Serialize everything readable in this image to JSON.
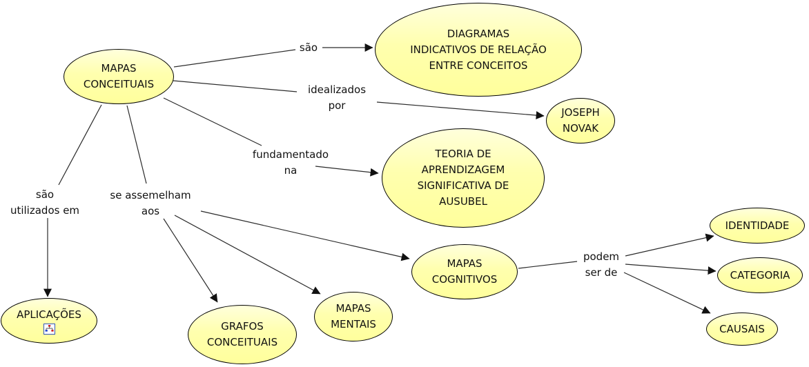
{
  "diagram": {
    "title": "Mapa conceitual sobre mapas conceituais",
    "colors": {
      "node_fill": "#ffff9c",
      "node_fill_highlight": "#ffffdc",
      "node_border": "#000000",
      "line_color": "#2a2a2a",
      "text_color": "#111111",
      "background": "#ffffff"
    },
    "nodes": {
      "mapas_conceituais": {
        "label": "MAPAS\nCONCEITUAIS"
      },
      "diagramas": {
        "label": "DIAGRAMAS\nINDICATIVOS DE RELAÇÃO\nENTRE CONCEITOS"
      },
      "joseph_novak": {
        "label": "JOSEPH\nNOVAK"
      },
      "teoria": {
        "label": "TEORIA DE\nAPRENDIZAGEM\nSIGNIFICATIVA DE\nAUSUBEL"
      },
      "aplicacoes": {
        "label": "APLICAÇÕES",
        "icon": "concept-map-resource-icon"
      },
      "grafos": {
        "label": "GRAFOS\nCONCEITUAIS"
      },
      "mapas_mentais": {
        "label": "MAPAS\nMENTAIS"
      },
      "mapas_cognitivos": {
        "label": "MAPAS\nCOGNITIVOS"
      },
      "identidade": {
        "label": "IDENTIDADE"
      },
      "categoria": {
        "label": "CATEGORIA"
      },
      "causais": {
        "label": "CAUSAIS"
      }
    },
    "link_labels": {
      "sao": "são",
      "idealizados_por": "idealizados\npor",
      "fundamentado_na": "fundamentado\nna",
      "sao_utilizados_em": "são\nutilizados em",
      "se_assemelham_aos": "se assemelham\naos",
      "podem_ser_de": "podem\nser de"
    },
    "relations": [
      "MAPAS CONCEITUAIS — são → DIAGRAMAS INDICATIVOS DE RELAÇÃO ENTRE CONCEITOS",
      "MAPAS CONCEITUAIS — idealizados por → JOSEPH NOVAK",
      "MAPAS CONCEITUAIS — fundamentado na → TEORIA DE APRENDIZAGEM SIGNIFICATIVA DE AUSUBEL",
      "MAPAS CONCEITUAIS — são utilizados em → APLICAÇÕES",
      "MAPAS CONCEITUAIS — se assemelham aos → GRAFOS CONCEITUAIS",
      "MAPAS CONCEITUAIS — se assemelham aos → MAPAS MENTAIS",
      "MAPAS CONCEITUAIS — se assemelham aos → MAPAS COGNITIVOS",
      "MAPAS COGNITIVOS — podem ser de → IDENTIDADE",
      "MAPAS COGNITIVOS — podem ser de → CATEGORIA",
      "MAPAS COGNITIVOS — podem ser de → CAUSAIS"
    ]
  }
}
